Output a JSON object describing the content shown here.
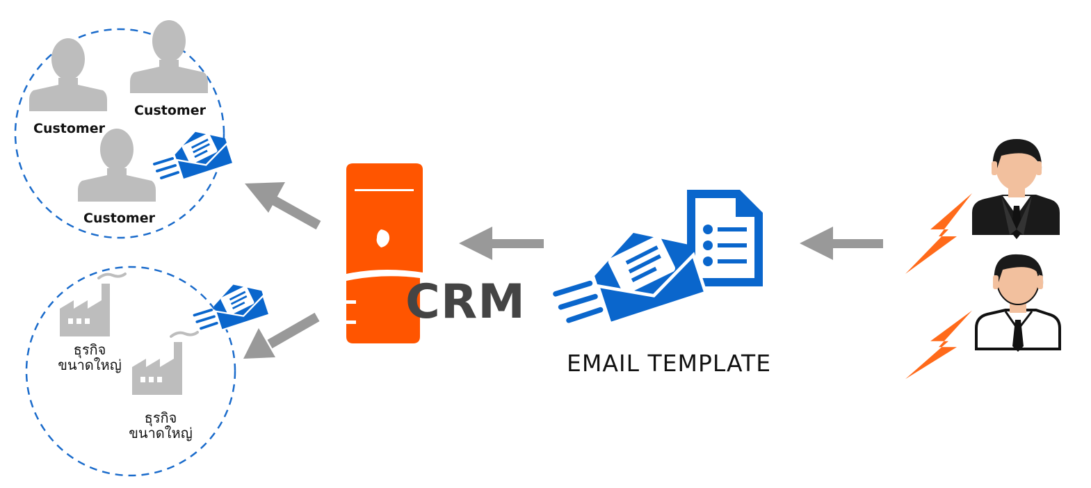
{
  "colors": {
    "crm_orange": "#ff5500",
    "email_blue": "#0a66cc",
    "arrow_gray": "#999999",
    "person_gray": "#bdbdbd",
    "circle_dash": "#1a6bcb",
    "lightning": "#ff6a1a"
  },
  "customers": {
    "labels": [
      "Customer",
      "Customer",
      "Customer"
    ]
  },
  "businesses": {
    "labels": [
      {
        "line1": "ธุรกิจ",
        "line2": "ขนาดใหญ่"
      },
      {
        "line1": "ธุรกิจ",
        "line2": "ขนาดใหญ่"
      }
    ]
  },
  "crm": {
    "label": "CRM"
  },
  "email_template": {
    "label": "EMAIL TEMPLATE"
  },
  "icons": [
    "person-icon",
    "factory-icon",
    "email-icon",
    "server-icon",
    "document-icon",
    "businessman-icon",
    "lightning-icon",
    "arrow-icon"
  ]
}
